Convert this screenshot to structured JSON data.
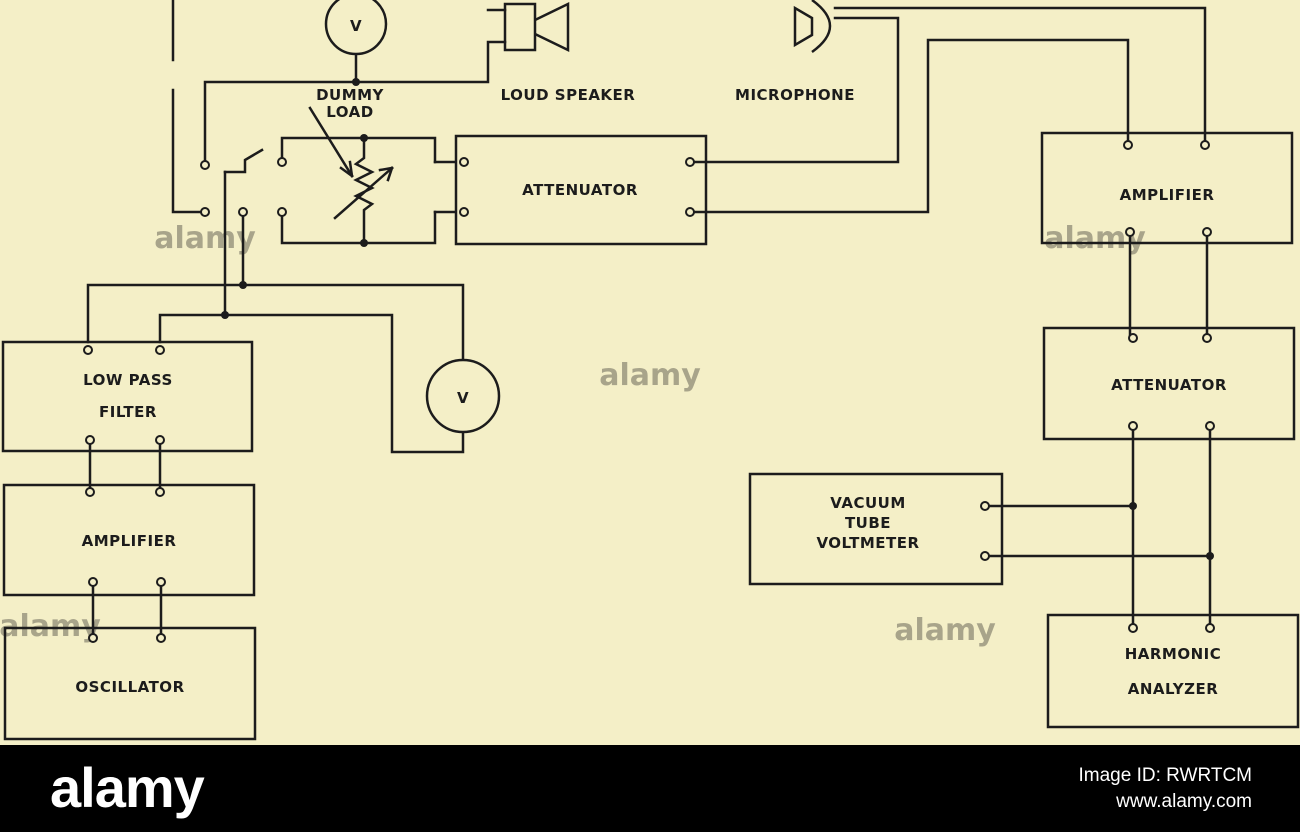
{
  "diagram": {
    "labels": {
      "dummy_load": [
        "DUMMY",
        "LOAD"
      ],
      "loud_speaker": "LOUD SPEAKER",
      "microphone": "MICROPHONE",
      "attenuator_top": "ATTENUATOR",
      "amplifier_right": "AMPLIFIER",
      "low_pass_filter": [
        "LOW PASS",
        "FILTER"
      ],
      "attenuator_right": "ATTENUATOR",
      "amplifier_left": "AMPLIFIER",
      "vtvm": [
        "VACUUM",
        "TUBE",
        "VOLTMETER"
      ],
      "oscillator": "OSCILLATOR",
      "harmonic_analyzer": [
        "HARMONIC",
        "ANALYZER"
      ],
      "voltmeter_symbol": "V"
    },
    "watermark": "alamy"
  },
  "footer": {
    "logo": "alamy",
    "image_id": "Image ID: RWRTCM",
    "site": "www.alamy.com"
  },
  "colors": {
    "paper": "#f4efc7",
    "ink": "#1c1c1c",
    "footer_bg": "#000000"
  }
}
